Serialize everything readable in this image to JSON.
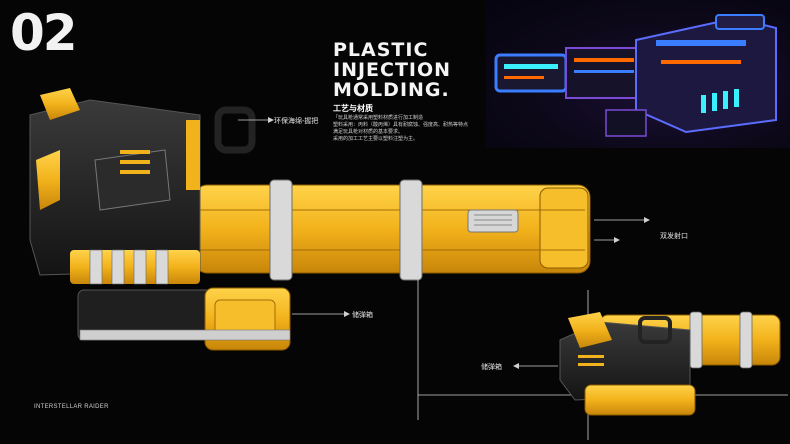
{
  "page_number": "02",
  "title_lines": [
    "PLASTIC",
    "INJECTION",
    "MOLDING."
  ],
  "subtitle": "工艺与材质",
  "description_lines": [
    "「玩具枪通常采用塑料材质进行加工制造",
    "塑料采用：丙料（酸丙烯）具有耐腐蚀、强度高、耐热等特点",
    "满足玩具枪对材质的基本要求。",
    "采用的加工工艺主要以塑料注塑为主。"
  ],
  "callouts": {
    "grip": "环保海绵-握把",
    "muzzle": "双发射口",
    "magazine": "储弹箱",
    "magazine_small": "储弹箱"
  },
  "brand": "INTERSTELLAR RAIDER",
  "colors": {
    "background": "#050505",
    "accent_yellow": "#f2b21b",
    "dark_body": "#1e1e1e",
    "neon_blue": "#3a7dff",
    "neon_orange": "#ff6a00",
    "neon_purple": "#7a4bd6"
  }
}
